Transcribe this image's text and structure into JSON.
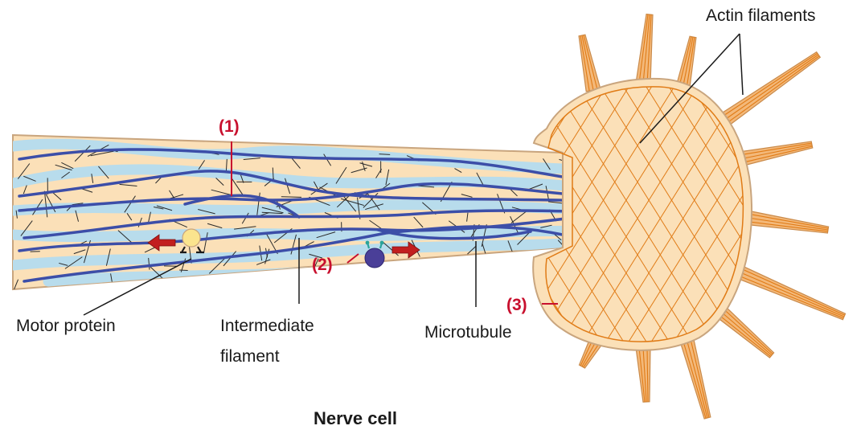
{
  "labels": {
    "actin": "Actin filaments",
    "motor": "Motor protein",
    "intermediate_1": "Intermediate",
    "intermediate_2": "filament",
    "microtubule": "Microtubule",
    "marker_1": "(1)",
    "marker_2": "(2)",
    "marker_3": "(3)",
    "title": "Nerve cell"
  },
  "colors": {
    "cytoplasm": "#fbe0b8",
    "membrane": "#c9a57e",
    "actin": "#e07b16",
    "microtubule": "#b8dcec",
    "intermediate": "#3c4ea8",
    "marker": "#c8102e",
    "arrow": "#c21f1f",
    "vesicle_motor": "#fbe48e",
    "vesicle_cargo": "#4a3f98",
    "ink": "#1a1a1a"
  }
}
